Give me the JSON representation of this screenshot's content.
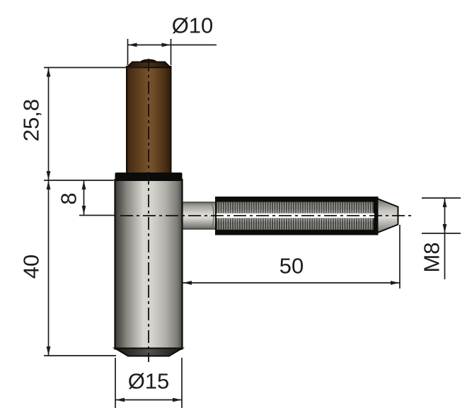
{
  "drawing": {
    "kind": "technical-drawing",
    "part": "drill-in hinge pin with threaded stem"
  },
  "dimensions": {
    "pin_diameter": {
      "label": "Ø10"
    },
    "pin_length": {
      "label": "25,8"
    },
    "axis_offset": {
      "label": "8"
    },
    "body_length": {
      "label": "40"
    },
    "thread_length": {
      "label": "50"
    },
    "thread_size": {
      "label": "M8"
    },
    "body_diameter": {
      "label": "Ø15"
    }
  },
  "colors": {
    "background": "#ffffff",
    "line": "#1c1c1c",
    "pin_brown": "#78522c",
    "body_gray": "#d8d7d1",
    "thread_dark": "#232321",
    "cap_black": "#0b0b0a"
  }
}
